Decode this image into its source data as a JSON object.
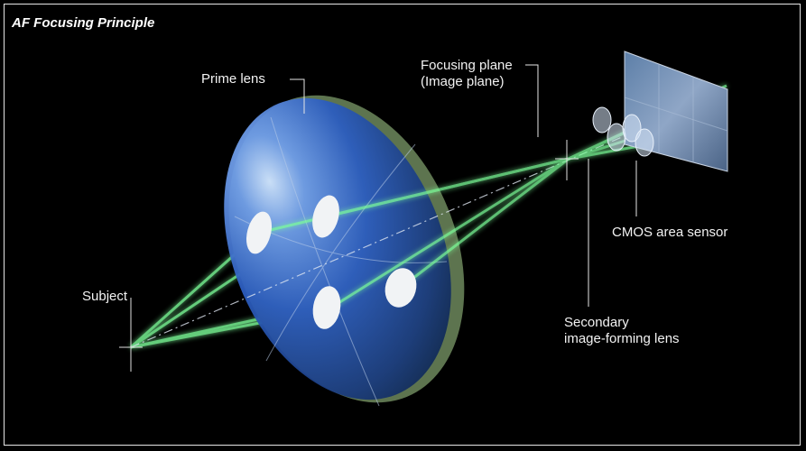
{
  "title": "AF Focusing Principle",
  "labels": {
    "prime_lens": "Prime lens",
    "focusing_plane_line1": "Focusing plane",
    "focusing_plane_line2": "(Image plane)",
    "cmos": "CMOS area sensor",
    "subject": "Subject",
    "secondary_line1": "Secondary",
    "secondary_line2": "image-forming lens"
  },
  "colors": {
    "background": "#000000",
    "frame": "#e6e6e6",
    "text": "#f2f2f2",
    "ray": "#7dff9a",
    "lens_blue": "#2f63c8",
    "lens_rim": "#6f8a66"
  }
}
